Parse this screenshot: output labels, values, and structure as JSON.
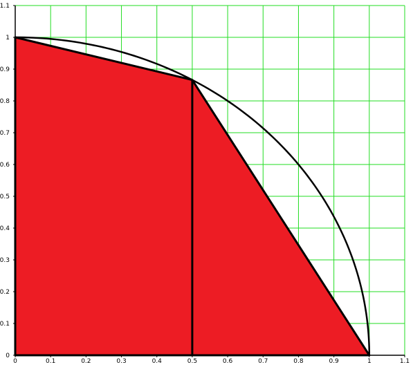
{
  "chart_data": {
    "type": "area",
    "title": "",
    "xlabel": "",
    "ylabel": "",
    "xlim": [
      0,
      1.1
    ],
    "ylim": [
      0,
      1.1
    ],
    "grid": true,
    "x_ticks": [
      "0",
      "0.1",
      "0.2",
      "0.3",
      "0.4",
      "0.5",
      "0.6",
      "0.7",
      "0.8",
      "0.9",
      "1",
      "1.1"
    ],
    "y_ticks": [
      "0",
      "0.1",
      "0.2",
      "0.3",
      "0.4",
      "0.5",
      "0.6",
      "0.7",
      "0.8",
      "0.9",
      "1",
      "1.1"
    ],
    "quarter_circle": {
      "center": [
        0,
        0
      ],
      "radius": 1
    },
    "filled_region": [
      [
        0,
        0
      ],
      [
        0,
        1
      ],
      [
        0.5,
        0.866
      ],
      [
        1,
        0
      ],
      [
        0,
        0
      ]
    ],
    "vertical_segment": [
      [
        0.5,
        0
      ],
      [
        0.5,
        0.866
      ]
    ],
    "colors": {
      "fill": "#ed1c24",
      "grid": "#22dd22",
      "outline": "#000000",
      "axis": "#000000",
      "background": "#ffffff"
    }
  }
}
